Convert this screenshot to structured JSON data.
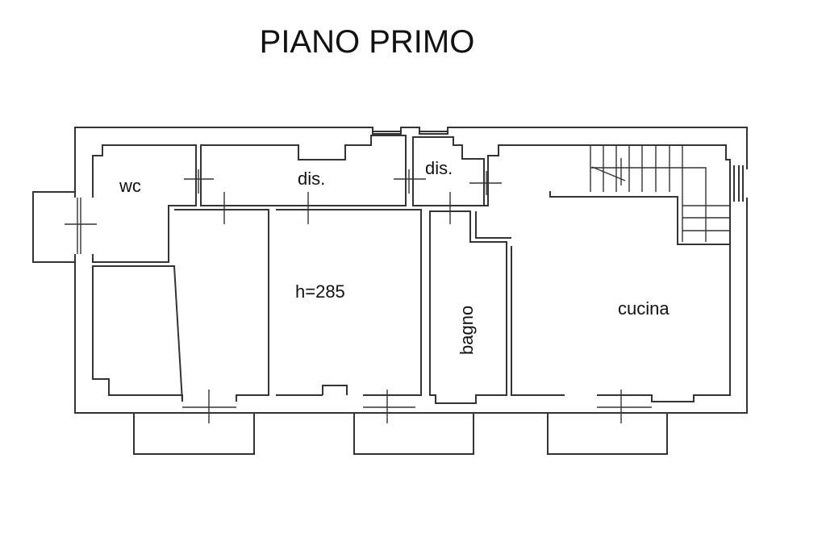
{
  "title": "PIANO PRIMO",
  "rooms": {
    "wc": "wc",
    "dis_1": "dis.",
    "dis_2": "dis.",
    "height": "h=285",
    "bagno": "bagno",
    "cucina": "cucina"
  }
}
